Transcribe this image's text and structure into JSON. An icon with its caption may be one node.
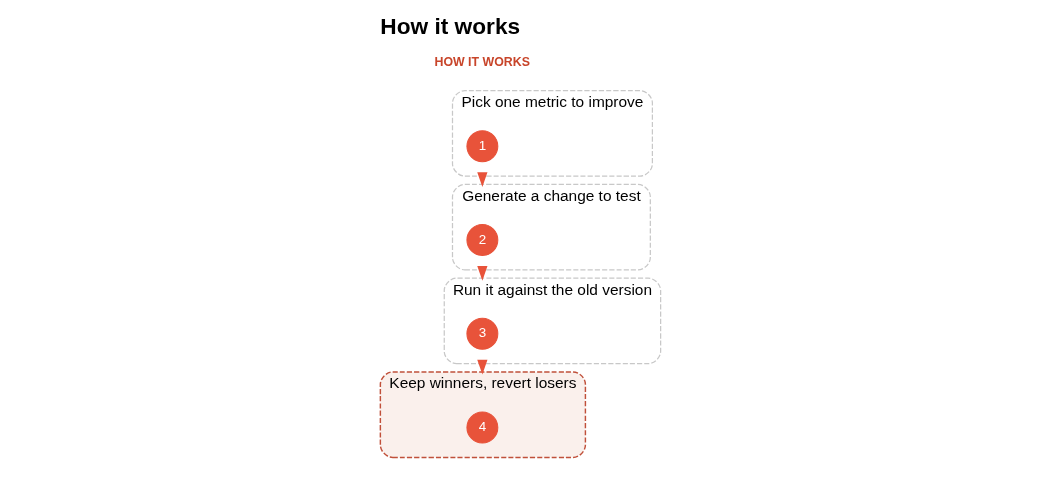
{
  "diagram": {
    "title": "How it works",
    "nodes": [
      {
        "text": [
          "Pick one metric to improve"
        ]
      },
      {
        "text": [
          "1"
        ],
        "in": 0
      },
      {
        "text": [
          "Generate a change to test"
        ]
      },
      {
        "text": [
          "2"
        ],
        "in": 2
      },
      {
        "text": [
          "Run it against the old version"
        ]
      },
      {
        "text": [
          "3"
        ],
        "in": 4
      },
      {
        "text": [
          "Keep winners, revert losers"
        ]
      },
      {
        "text": [
          "4"
        ],
        "in": 6
      }
    ],
    "edges": [
      {
        "from": 0,
        "to": 2,
        "arrow": "to"
      },
      {
        "from": 2,
        "to": 4,
        "arrow": "to"
      },
      {
        "from": 4,
        "to": 6,
        "arrow": "to"
      }
    ],
    "labels": [
      "HOW IT WORKS"
    ]
  }
}
